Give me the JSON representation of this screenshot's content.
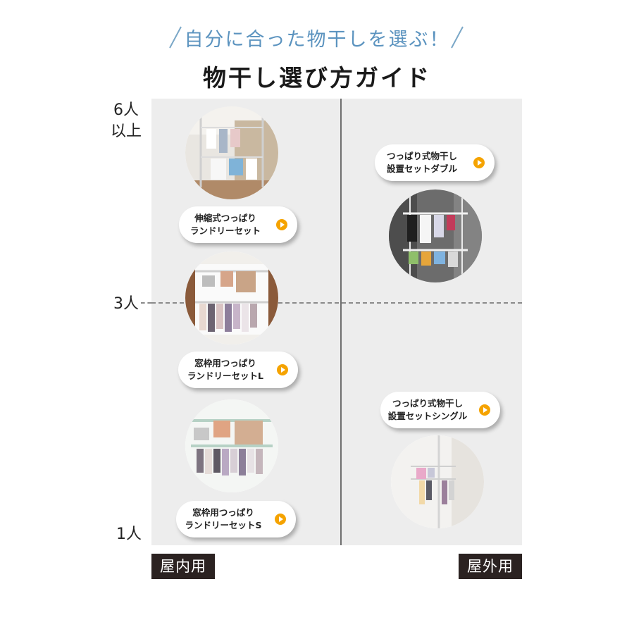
{
  "header": {
    "tagline": "自分に合った物干しを選ぶ！",
    "title": "物干し選び方ガイド"
  },
  "axis": {
    "top_label": [
      "6人",
      "以上"
    ],
    "mid_label": "3人",
    "bottom_label": "1人"
  },
  "categories": {
    "indoor": "屋内用",
    "outdoor": "屋外用"
  },
  "products": [
    {
      "line1": "伸縮式つっぱり",
      "line2": "ランドリーセット"
    },
    {
      "line1": "窓枠用つっぱり",
      "line2": "ランドリーセットL"
    },
    {
      "line1": "窓枠用つっぱり",
      "line2": "ランドリーセットS"
    },
    {
      "line1": "つっぱり式物干し",
      "line2": "設置セットダブル"
    },
    {
      "line1": "つっぱり式物干し",
      "line2": "設置セットシングル"
    }
  ],
  "colors": {
    "accent": "#f5a300",
    "tagline": "#5b93bf",
    "panel": "#ededed",
    "badge": "#2b2221"
  },
  "icons": [
    "play-circle-icon"
  ]
}
